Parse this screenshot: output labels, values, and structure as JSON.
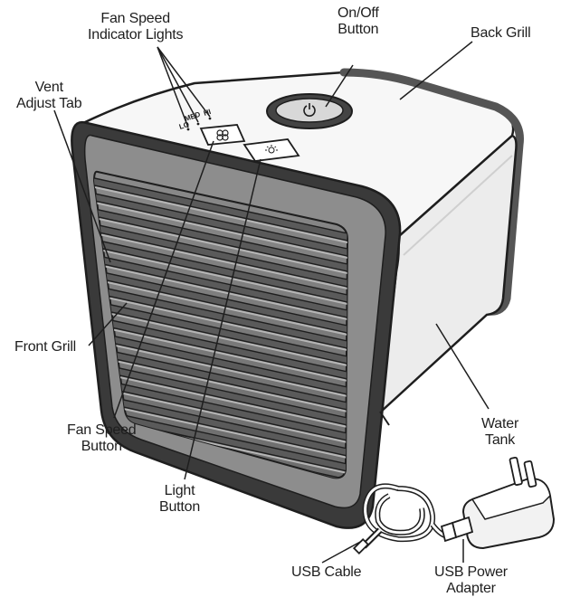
{
  "labels": {
    "fan_speed_indicator_lights": [
      "Fan Speed",
      "Indicator Lights"
    ],
    "on_off_button": [
      "On/Off",
      "Button"
    ],
    "back_grill": [
      "Back Grill"
    ],
    "vent_adjust_tab": [
      "Vent",
      "Adjust Tab"
    ],
    "front_grill": [
      "Front Grill"
    ],
    "water_tank": [
      "Water",
      "Tank"
    ],
    "fan_speed_button": [
      "Fan Speed",
      "Button"
    ],
    "light_button": [
      "Light",
      "Button"
    ],
    "usb_cable": [
      "USB Cable"
    ],
    "usb_power_adapter": [
      "USB Power",
      "Adapter"
    ]
  },
  "indicator_marks": [
    "HI",
    "MED",
    "LO"
  ],
  "icons": [
    "power-icon",
    "fan-icon",
    "sun-icon"
  ],
  "colors": {
    "outline": "#1e1e1e",
    "frame": "#555555",
    "body": "#f7f7f7",
    "side": "#ececec",
    "grill": "#9a9a9a"
  }
}
